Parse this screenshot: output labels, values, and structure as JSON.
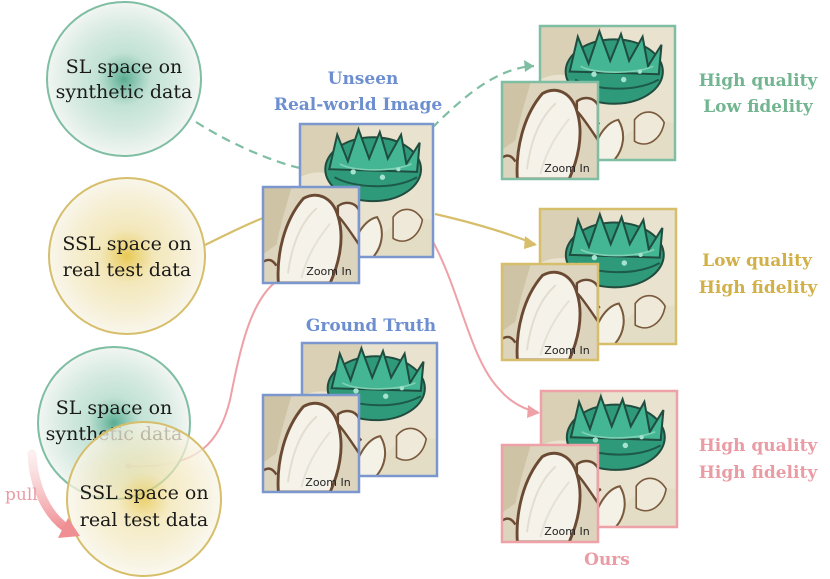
{
  "colors": {
    "sl": "#7fbea2",
    "ssl": "#d6be6a",
    "ours": "#eea1a6",
    "blue": "#7b97cd",
    "heading_blue": "#6d8fd0",
    "text_green": "#72b590",
    "text_gold": "#d2b048",
    "text_pink": "#ea9ca4"
  },
  "circles": {
    "sl_top": {
      "line1": "SL space on",
      "line2": "synthetic data"
    },
    "ssl_mid": {
      "line1": "SSL space on",
      "line2": "real test data"
    },
    "sl_bottom": {
      "line1": "SL space on",
      "line2": "synthetic data"
    },
    "ssl_bottom": {
      "line1": "SSL space on",
      "line2": "real test data"
    }
  },
  "pull_label": "pull",
  "center": {
    "unseen_line1": "Unseen",
    "unseen_line2": "Real-world Image",
    "ground_truth": "Ground Truth"
  },
  "zoom_label": "Zoom In",
  "results": {
    "top": {
      "line1": "High quality",
      "line2": "Low fidelity"
    },
    "middle": {
      "line1": "Low quality",
      "line2": "High fidelity"
    },
    "bottom": {
      "line1": "High quality",
      "line2": "High fidelity",
      "caption": "Ours"
    }
  }
}
